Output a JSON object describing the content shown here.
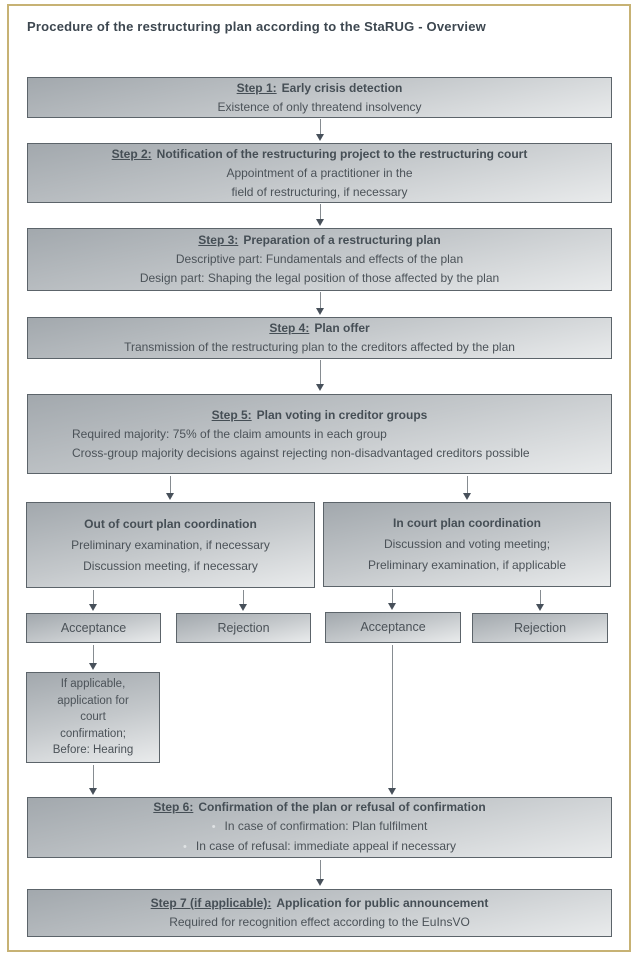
{
  "title": "Procedure of the restructuring plan according to the StaRUG - Overview",
  "bullet": "•",
  "colors": {
    "frame_border": "#c7b274",
    "box_border": "#5c646a",
    "box_gradient_top": "#a2a8ad",
    "box_gradient_bottom": "#e9ebec",
    "text": "#4b5258",
    "arrow": "#47505a"
  },
  "boxes": {
    "step1": {
      "label": "Step 1:",
      "title": "Early crisis detection",
      "body": [
        "Existence of only threatend insolvency"
      ]
    },
    "step2": {
      "label": "Step 2:",
      "title": "Notification of the restructuring project to the restructuring court",
      "body": [
        "Appointment of a practitioner in the",
        "field of restructuring, if necessary"
      ]
    },
    "step3": {
      "label": "Step 3:",
      "title": "Preparation of a restructuring plan",
      "body": [
        "Descriptive part: Fundamentals and effects of the plan",
        "Design part: Shaping the legal position of those affected by the plan"
      ]
    },
    "step4": {
      "label": "Step 4:",
      "title": "Plan offer",
      "body": [
        "Transmission of the restructuring plan to the creditors affected by the plan"
      ]
    },
    "step5": {
      "label": "Step 5:",
      "title": "Plan voting in creditor groups",
      "body": [
        "Required majority: 75% of the claim amounts in each group",
        "Cross-group majority decisions against rejecting non-disadvantaged creditors possible"
      ]
    },
    "out_of_court": {
      "title": "Out of court plan coordination",
      "body": [
        "Preliminary examination, if necessary",
        "Discussion meeting, if necessary"
      ]
    },
    "in_court": {
      "title": "In court plan coordination",
      "body": [
        "Discussion and voting meeting;",
        "Preliminary examination, if applicable"
      ]
    },
    "acceptance_left": "Acceptance",
    "rejection_left": "Rejection",
    "acceptance_right": "Acceptance",
    "rejection_right": "Rejection",
    "court_confirmation": {
      "body": [
        "If applicable,",
        "application for",
        "court",
        "confirmation;",
        "Before: Hearing"
      ]
    },
    "step6": {
      "label": "Step 6:",
      "title": "Confirmation of the plan or refusal of confirmation",
      "bullets": [
        "In case of confirmation: Plan fulfilment",
        "In case of refusal: immediate appeal if necessary"
      ]
    },
    "step7": {
      "label": "Step 7 (if applicable):",
      "title": "Application for public announcement",
      "body": [
        "Required for recognition effect according to the EuInsVO"
      ]
    }
  }
}
